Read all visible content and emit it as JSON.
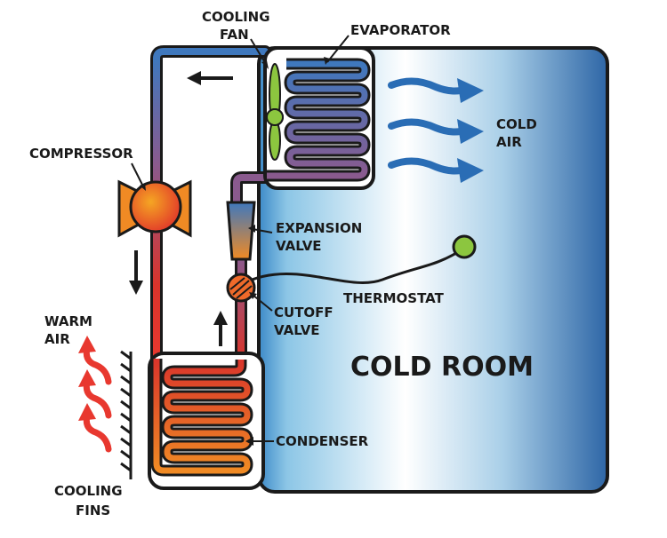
{
  "labels": {
    "cooling_fan_1": "COOLING",
    "cooling_fan_2": "FAN",
    "evaporator": "EVAPORATOR",
    "cold_air_1": "COLD",
    "cold_air_2": "AIR",
    "compressor": "COMPRESSOR",
    "expansion_valve_1": "EXPANSION",
    "expansion_valve_2": "VALVE",
    "thermostat": "THERMOSTAT",
    "warm_air_1": "WARM",
    "warm_air_2": "AIR",
    "cutoff_valve_1": "CUTOFF",
    "cutoff_valve_2": "VALVE",
    "cold_room": "COLD ROOM",
    "condenser": "CONDENSER",
    "cooling_fins_1": "COOLING",
    "cooling_fins_2": "FINS"
  },
  "colors": {
    "room_dark": "#2f6aa8",
    "room_light": "#e9f5fb",
    "pipe_blue": "#3f78bd",
    "pipe_purple": "#8a5a8e",
    "pipe_red": "#d9342b",
    "hot_orange": "#f08a24",
    "fan_green": "#8cc63f",
    "arrow_blue": "#2a6db5",
    "arrow_red": "#e8382f",
    "outline": "#1a1a1a"
  }
}
